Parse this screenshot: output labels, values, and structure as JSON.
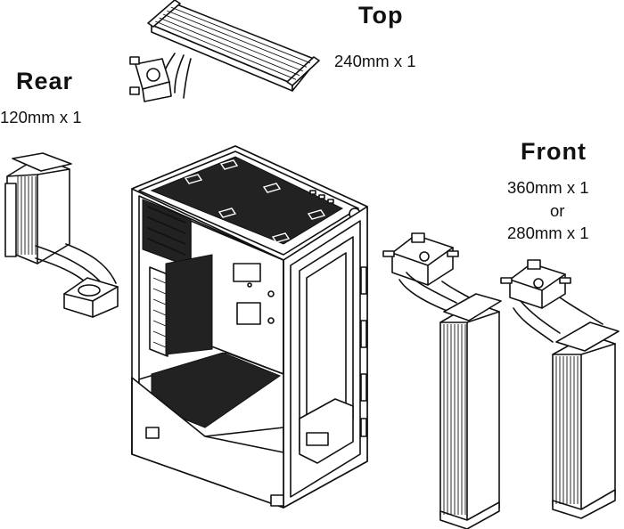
{
  "labels": {
    "rear": {
      "title": "Rear",
      "spec": "120mm x 1"
    },
    "top": {
      "title": "Top",
      "spec": "240mm x 1"
    },
    "front": {
      "title": "Front",
      "spec_primary": "360mm x 1",
      "connector": "or",
      "spec_alt": "280mm x 1"
    }
  },
  "colors": {
    "line": "#111111",
    "fill": "#ffffff"
  }
}
